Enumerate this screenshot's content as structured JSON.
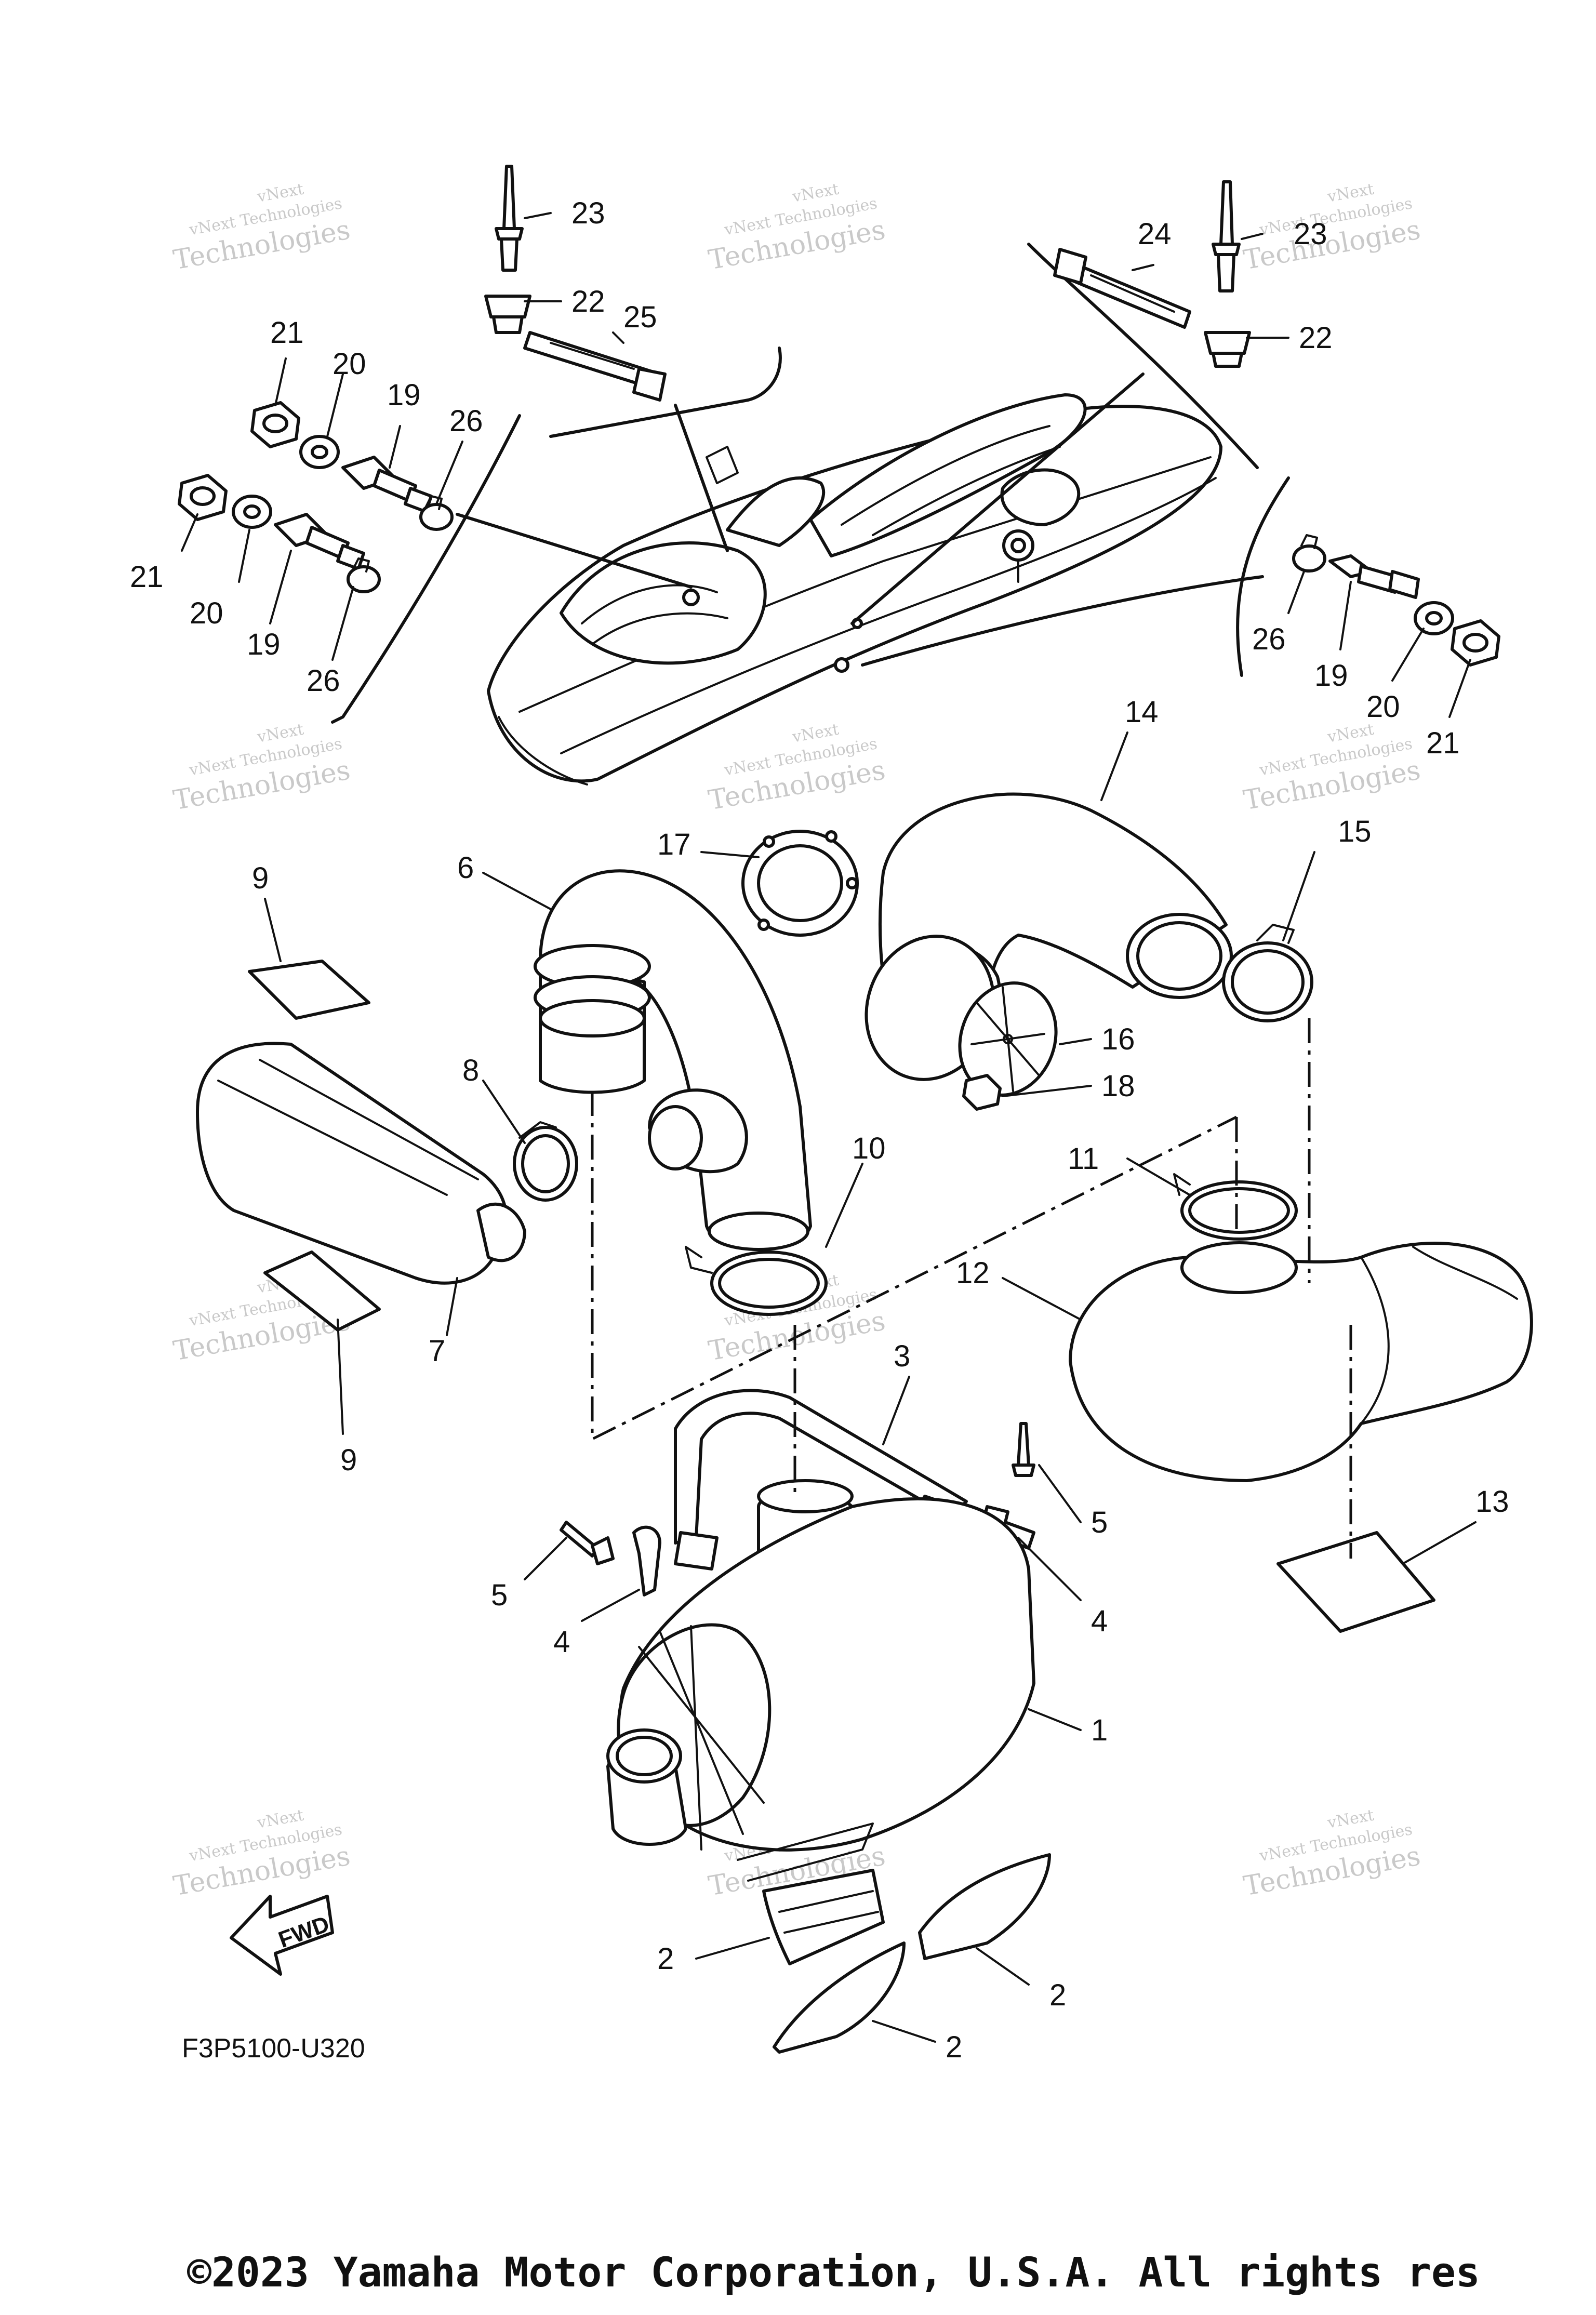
{
  "diagram": {
    "code": "F3P5100-U320",
    "fwd_label": "FWD",
    "copyright": "©2023 Yamaha Motor Corporation, U.S.A. All rights res",
    "watermark": {
      "line1": "vNext",
      "line2": "vNext Technologies",
      "line3": "Technologies"
    },
    "callouts": {
      "c1": "1",
      "c2a": "2",
      "c2b": "2",
      "c2c": "2",
      "c3": "3",
      "c4a": "4",
      "c4b": "4",
      "c5a": "5",
      "c5b": "5",
      "c6": "6",
      "c7": "7",
      "c8": "8",
      "c9a": "9",
      "c9b": "9",
      "c10": "10",
      "c11": "11",
      "c12": "12",
      "c13": "13",
      "c14": "14",
      "c15": "15",
      "c16": "16",
      "c17": "17",
      "c18": "18",
      "c19a": "19",
      "c19b": "19",
      "c19c": "19",
      "c20a": "20",
      "c20b": "20",
      "c20c": "20",
      "c21a": "21",
      "c21b": "21",
      "c21c": "21",
      "c22a": "22",
      "c22b": "22",
      "c23a": "23",
      "c23b": "23",
      "c24": "24",
      "c25": "25",
      "c26a": "26",
      "c26b": "26",
      "c26c": "26"
    }
  }
}
